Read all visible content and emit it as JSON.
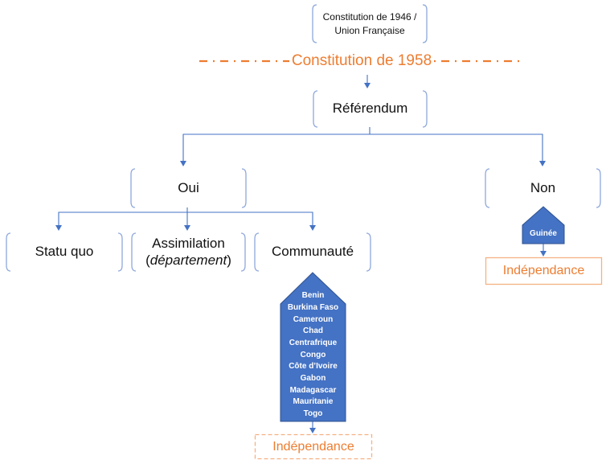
{
  "colors": {
    "bracket": "#8FA8DC",
    "connector": "#4472C4",
    "fill_blue": "#4472C4",
    "accent_orange": "#ED7D31"
  },
  "nodes": {
    "constitution_1946": {
      "line1": "Constitution de 1946 /",
      "line2": "Union Française"
    },
    "constitution_1958": "Constitution de 1958",
    "referendum": "Référendum",
    "oui": "Oui",
    "non": "Non",
    "statu_quo": "Statu quo",
    "assimilation": {
      "line1": "Assimilation",
      "paren_open": "(",
      "italic": "département",
      "paren_close": ")"
    },
    "communaute": "Communauté",
    "guinee": "Guinée",
    "independance_non": "Indépendance",
    "independance_communaute": "Indépendance"
  },
  "communaute_countries": [
    "Benin",
    "Burkina Faso",
    "Cameroun",
    "Chad",
    "Centrafrique",
    "Congo",
    "Côte d’Ivoire",
    "Gabon",
    "Madagascar",
    "Mauritanie",
    "Togo"
  ]
}
